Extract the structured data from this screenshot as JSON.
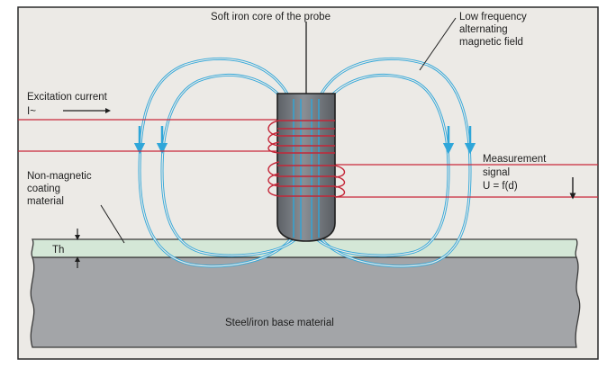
{
  "labels": {
    "probe_core": "Soft iron core of the probe",
    "field_line1": "Low frequency",
    "field_line2": "alternating",
    "field_line3": "magnetic field",
    "excitation_line1": "Excitation current",
    "excitation_line2": "I~",
    "measurement_line1": "Measurement",
    "measurement_line2": "signal",
    "measurement_line3": "U = f(d)",
    "coating_line1": "Non-magnetic",
    "coating_line2": "coating",
    "coating_line3": "material",
    "thickness": "Th",
    "base": "Steel/iron base material"
  },
  "colors": {
    "background": "#eceae6",
    "frame": "#2a2a2a",
    "base_fill": "#a3a5a8",
    "coating_fill": "#d4e7d7",
    "probe_fill": "#757a80",
    "field_line": "#2fa6d9",
    "wire": "#c8283a",
    "coil": "#c42638",
    "text": "#1e1e1e"
  }
}
